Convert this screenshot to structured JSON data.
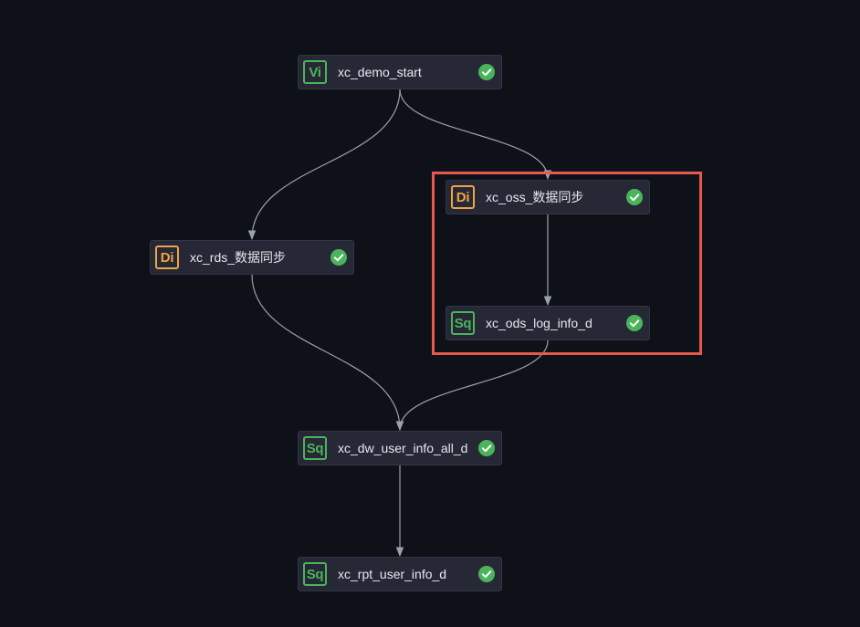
{
  "colors": {
    "background": "#0f1118",
    "node_fill": "#262836",
    "edge": "#9aa0ac",
    "success": "#4bb45a",
    "di_accent": "#f0a444",
    "sq_accent": "#4bb45a",
    "vi_accent": "#4bb45a",
    "highlight": "#e8594c"
  },
  "nodes": [
    {
      "id": "xc_demo_start",
      "label": "xc_demo_start",
      "type": "Vi",
      "type_icon": "virtual-node-icon",
      "status": "success",
      "status_icon": "check-circle-icon"
    },
    {
      "id": "xc_oss",
      "label": "xc_oss_数据同步",
      "type": "Di",
      "type_icon": "data-integration-icon",
      "status": "success",
      "status_icon": "check-circle-icon"
    },
    {
      "id": "xc_rds",
      "label": "xc_rds_数据同步",
      "type": "Di",
      "type_icon": "data-integration-icon",
      "status": "success",
      "status_icon": "check-circle-icon"
    },
    {
      "id": "xc_ods_log_info_d",
      "label": "xc_ods_log_info_d",
      "type": "Sq",
      "type_icon": "sql-node-icon",
      "status": "success",
      "status_icon": "check-circle-icon"
    },
    {
      "id": "xc_dw_user_info_all_d",
      "label": "xc_dw_user_info_all_d",
      "type": "Sq",
      "type_icon": "sql-node-icon",
      "status": "success",
      "status_icon": "check-circle-icon"
    },
    {
      "id": "xc_rpt_user_info_d",
      "label": "xc_rpt_user_info_d",
      "type": "Sq",
      "type_icon": "sql-node-icon",
      "status": "success",
      "status_icon": "check-circle-icon"
    }
  ],
  "edges": [
    {
      "from": "xc_demo_start",
      "to": "xc_rds"
    },
    {
      "from": "xc_demo_start",
      "to": "xc_oss"
    },
    {
      "from": "xc_oss",
      "to": "xc_ods_log_info_d"
    },
    {
      "from": "xc_rds",
      "to": "xc_dw_user_info_all_d"
    },
    {
      "from": "xc_ods_log_info_d",
      "to": "xc_dw_user_info_all_d"
    },
    {
      "from": "xc_dw_user_info_all_d",
      "to": "xc_rpt_user_info_d"
    }
  ],
  "highlighted_nodes": [
    "xc_oss",
    "xc_ods_log_info_d"
  ]
}
